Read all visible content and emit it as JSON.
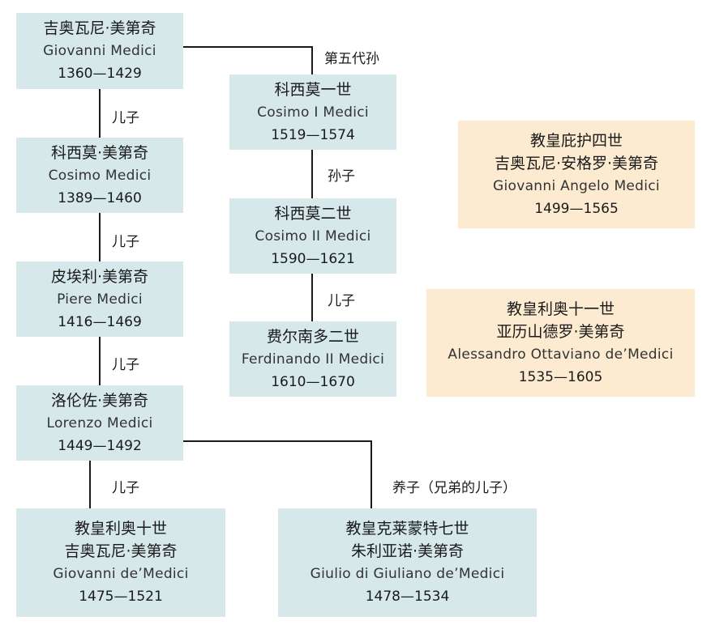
{
  "people": [
    {
      "id": "giovanni",
      "zh": "吉奥瓦尼·美第奇",
      "en": "Giovanni Medici",
      "years": "1360—1429"
    },
    {
      "id": "cosimo",
      "zh": "科西莫·美第奇",
      "en": "Cosimo Medici",
      "years": "1389—1460"
    },
    {
      "id": "piere",
      "zh": "皮埃利·美第奇",
      "en": "Piere Medici",
      "years": "1416—1469"
    },
    {
      "id": "lorenzo",
      "zh": "洛伦佐·美第奇",
      "en": "Lorenzo Medici",
      "years": "1449—1492"
    },
    {
      "id": "cosimo-i",
      "zh": "科西莫一世",
      "en": "Cosimo I Medici",
      "years": "1519—1574"
    },
    {
      "id": "cosimo-ii",
      "zh": "科西莫二世",
      "en": "Cosimo II Medici",
      "years": "1590—1621"
    },
    {
      "id": "ferdinando-ii",
      "zh": "费尔南多二世",
      "en": "Ferdinando II Medici",
      "years": "1610—1670"
    },
    {
      "id": "pius-iv",
      "title": "教皇庇护四世",
      "zh": "吉奥瓦尼·安格罗·美第奇",
      "en": "Giovanni Angelo Medici",
      "years": "1499—1565"
    },
    {
      "id": "leo-xi",
      "title": "教皇利奥十一世",
      "zh": "亚历山德罗·美第奇",
      "en": "Alessandro Ottaviano de’Medici",
      "years": "1535—1605"
    },
    {
      "id": "leo-x",
      "title": "教皇利奥十世",
      "zh": "吉奥瓦尼·美第奇",
      "en": "Giovanni de’Medici",
      "years": "1475—1521"
    },
    {
      "id": "clement-vii",
      "title": "教皇克莱蒙特七世",
      "zh": "朱利亚诺·美第奇",
      "en": "Giulio di Giuliano de’Medici",
      "years": "1478—1534"
    }
  ],
  "relations": [
    {
      "id": "rel-1",
      "label": "第五代孙"
    },
    {
      "id": "rel-2",
      "label": "儿子"
    },
    {
      "id": "rel-3",
      "label": "儿子"
    },
    {
      "id": "rel-4",
      "label": "儿子"
    },
    {
      "id": "rel-5",
      "label": "孙子"
    },
    {
      "id": "rel-6",
      "label": "儿子"
    },
    {
      "id": "rel-7",
      "label": "儿子"
    },
    {
      "id": "rel-8",
      "label": "养子（兄弟的儿子）"
    }
  ],
  "colors": {
    "family": "#d6e8ea",
    "pope": "#fcebd0",
    "line": "#1a1a1a"
  }
}
